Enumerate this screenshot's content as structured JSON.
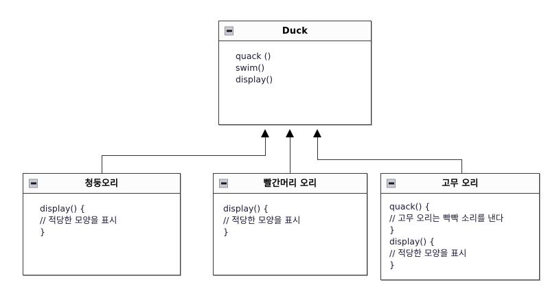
{
  "diagram": {
    "type": "uml-class-diagram",
    "title": "Duck inheritance hierarchy",
    "relationship": "generalization",
    "icon_name": "collapse-minus-icon"
  },
  "classes": [
    {
      "id": "duck",
      "name": "Duck",
      "members": [
        "quack ()",
        "swim()",
        "display()"
      ]
    },
    {
      "id": "mallard",
      "name": "청둥오리",
      "members": [
        "display() {",
        "// 적당한 모양을 표시",
        "}"
      ]
    },
    {
      "id": "redhead",
      "name": "빨간머리 오리",
      "members": [
        "display() {",
        "// 적당한 모양을 표시",
        "}"
      ]
    },
    {
      "id": "rubber",
      "name": "고무 오리",
      "members": [
        "quack() {",
        "// 고무 오리는 빡빡 소리를 낸다",
        "}",
        "display() {",
        "// 적당한 모양을 표시",
        "}"
      ]
    }
  ],
  "connectors": [
    {
      "id": "mallard-to-duck",
      "from": "mallard",
      "to": "duck",
      "kind": "generalization-arrow"
    },
    {
      "id": "redhead-to-duck",
      "from": "redhead",
      "to": "duck",
      "kind": "generalization-arrow"
    },
    {
      "id": "rubber-to-duck",
      "from": "rubber",
      "to": "duck",
      "kind": "generalization-arrow"
    }
  ],
  "colors": {
    "background": "#ffffff",
    "box_border": "#3a3a3a",
    "header_fill": "#fcfcfc",
    "text": "#1a1a33",
    "title_text": "#000000",
    "connector": "#333333",
    "icon_fill": "#c9ccd6"
  }
}
